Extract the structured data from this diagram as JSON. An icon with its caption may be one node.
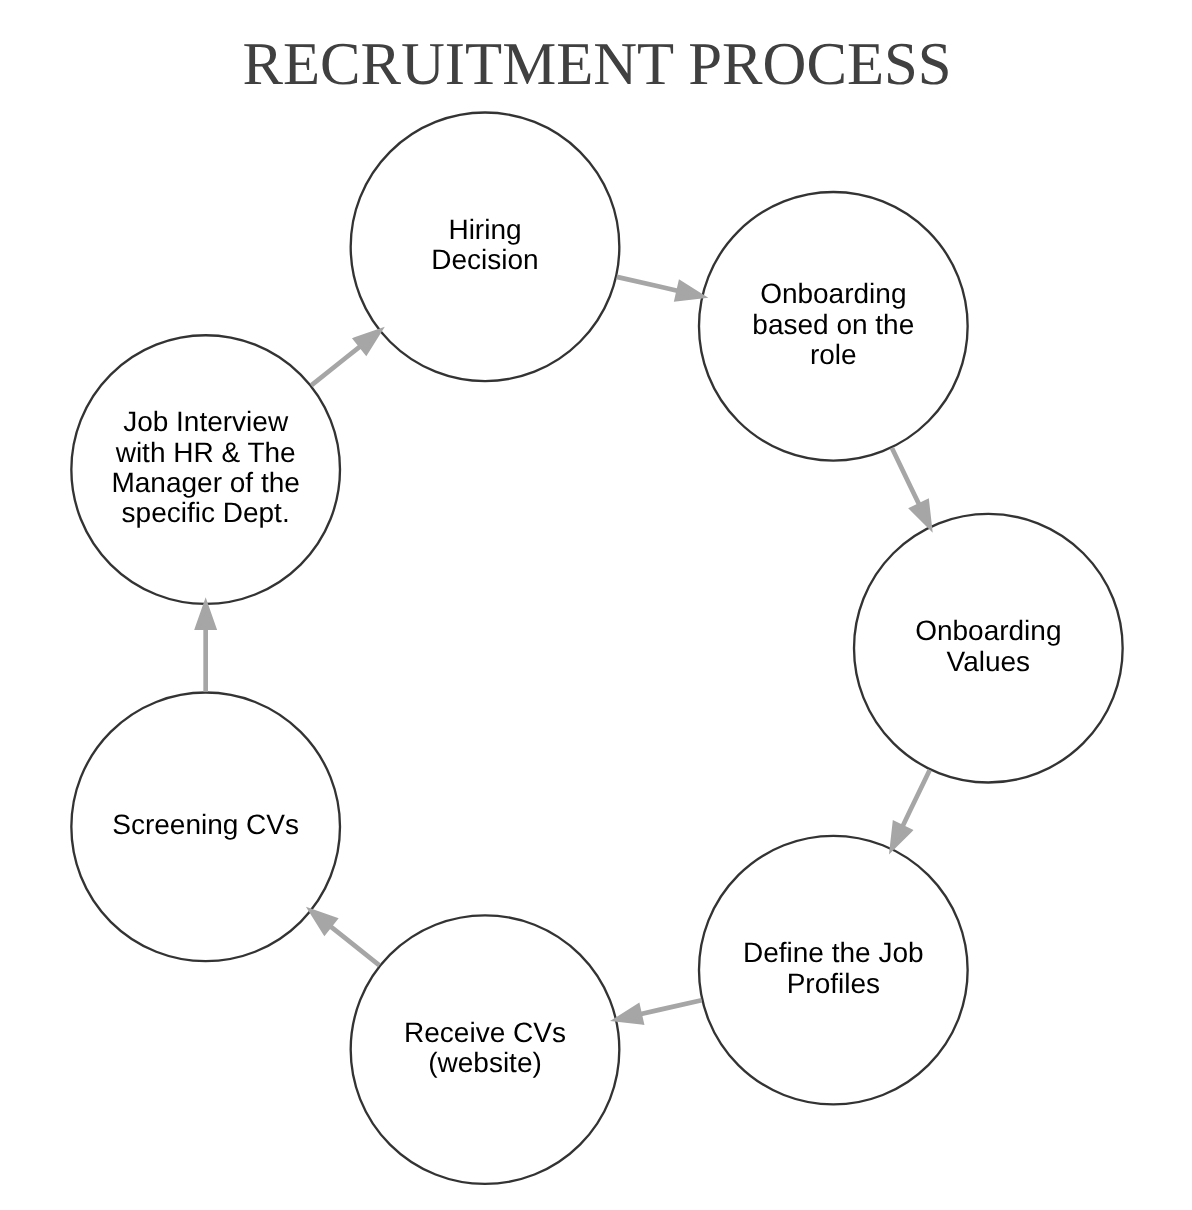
{
  "diagram": {
    "title": "RECRUITMENT PROCESS",
    "nodes": [
      {
        "text": [
          "Define the Job Profiles"
        ]
      },
      {
        "text": [
          "Receive CVs (website)"
        ]
      },
      {
        "text": [
          "Screening CVs"
        ]
      },
      {
        "text": [
          "Job Interview with HR & The Manager of the specific Dept."
        ]
      },
      {
        "text": [
          "Hiring Decision"
        ]
      },
      {
        "text": [
          "Onboarding based on the role"
        ]
      },
      {
        "text": [
          "Onboarding Values"
        ]
      }
    ],
    "edges": [
      {
        "from": 0,
        "to": 1,
        "arrow": "to"
      },
      {
        "from": 1,
        "to": 2,
        "arrow": "to"
      },
      {
        "from": 2,
        "to": 3,
        "arrow": "to"
      },
      {
        "from": 3,
        "to": 4,
        "arrow": "to"
      },
      {
        "from": 4,
        "to": 5,
        "arrow": "to"
      },
      {
        "from": 5,
        "to": 6,
        "arrow": "to"
      },
      {
        "from": 6,
        "to": 0,
        "arrow": "to"
      }
    ]
  }
}
